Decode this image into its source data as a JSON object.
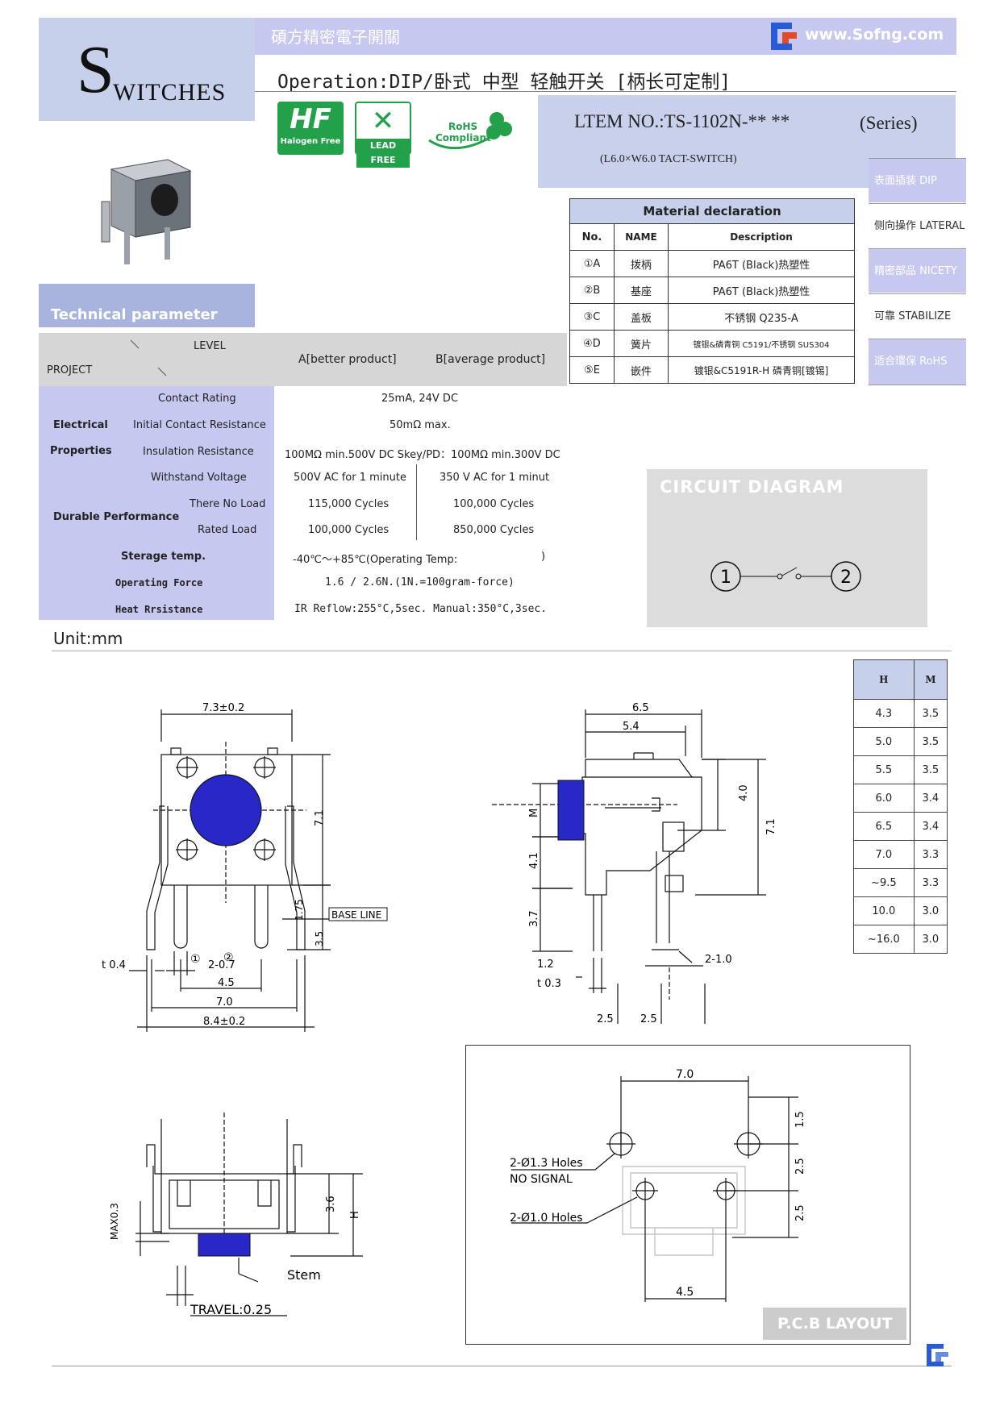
{
  "header": {
    "logo_s": "S",
    "logo_rest": "WITCHES",
    "company_cn": "碩方精密電子開關",
    "website": "www.Sofng.com",
    "operation_title": "Operation:DIP/卧式  中型  轻触开关 [柄长可定制]"
  },
  "badges": {
    "halogen": "Halogen Free",
    "lead": "LEAD FREE",
    "rohs_1": "RoHS",
    "rohs_2": "Compliant"
  },
  "item": {
    "title": "LTEM NO.:TS-1102N-** **",
    "series": "(Series)",
    "sub": "(L6.0×W6.0   TACT-SWITCH)"
  },
  "side_tags": [
    "表面插装 DIP",
    "侧向操作 LATERAL",
    "精密部品 NICETY",
    "可靠 STABILIZE",
    "适合環保 RoHS"
  ],
  "material": {
    "caption": "Material declaration",
    "headers": [
      "No.",
      "NAME",
      "Description"
    ],
    "rows": [
      [
        "①A",
        "拨柄",
        "PA6T (Black)热塑性"
      ],
      [
        "②B",
        "基座",
        "PA6T (Black)热塑性"
      ],
      [
        "③C",
        "盖板",
        "不锈钢 Q235-A"
      ],
      [
        "④D",
        "簧片",
        "镀银&磷青铜 C5191/不锈钢 SUS304"
      ],
      [
        "⑤E",
        "嵌件",
        "镀银&C5191R-H 磷青铜[镀锡]"
      ]
    ]
  },
  "tech": {
    "title": "Technical parameter",
    "level": "LEVEL",
    "project": "PROJECT",
    "col_a": "A[better product]",
    "col_b": "B[average product]",
    "electrical": "Electrical",
    "properties": "Properties",
    "contact_rating": "Contact Rating",
    "contact_rating_v": "25mA, 24V DC",
    "initial_res": "Initial Contact Resistance",
    "initial_res_v": "50mΩ max.",
    "insul": "Insulation Resistance",
    "insul_v": "100MΩ min.500V DC    Skey/PD：100MΩ min.300V DC",
    "withstand": "Withstand Voltage",
    "withstand_a": "500V AC for 1 minute",
    "withstand_b": "350 V AC for 1 minut",
    "durable": "Durable Performance",
    "no_load": "There No Load",
    "no_load_a": "115,000 Cycles",
    "no_load_b": "100,000 Cycles",
    "rated": "Rated Load",
    "rated_a": "100,000 Cycles",
    "rated_b": "850,000 Cycles",
    "storage": "Sterage temp.",
    "storage_v": "-40℃～+85℃(Operating Temp:",
    "storage_close": ")",
    "force": "Operating Force",
    "force_v": "1.6 / 2.6N.(1N.=100gram-force)",
    "heat": "Heat Rrsistance",
    "heat_v": "IR Reflow:255°C,5sec.  Manual:350°C,3sec."
  },
  "circuit": {
    "title": "CIRCUIT DIAGRAM",
    "n1": "1",
    "n2": "2"
  },
  "unit": "Unit:mm",
  "hm_table": {
    "headers": [
      "H",
      "M"
    ],
    "rows": [
      [
        "4.3",
        "3.5"
      ],
      [
        "5.0",
        "3.5"
      ],
      [
        "5.5",
        "3.5"
      ],
      [
        "6.0",
        "3.4"
      ],
      [
        "6.5",
        "3.4"
      ],
      [
        "7.0",
        "3.3"
      ],
      [
        "~9.5",
        "3.3"
      ],
      [
        "10.0",
        "3.0"
      ],
      [
        "~16.0",
        "3.0"
      ]
    ]
  },
  "front": {
    "w1": "7.3±0.2",
    "h1": "7.1",
    "base": "BASE LINE",
    "d175": "1.75",
    "d35": "3.5",
    "t04": "t 0.4",
    "d207": "2-0.7",
    "d45": "4.5",
    "d70": "7.0",
    "d84": "8.4±0.2",
    "c1": "①",
    "c2": "②"
  },
  "side": {
    "d65": "6.5",
    "d54": "5.4",
    "d40": "4.0",
    "d71": "7.1",
    "m": "M",
    "d41": "4.1",
    "d37": "3.7",
    "d12": "1.2",
    "t03": "t 0.3",
    "d210": "2-1.0",
    "d25a": "2.5",
    "d25b": "2.5"
  },
  "bottom": {
    "max": "MAX0.3",
    "d36": "3.6",
    "h": "H",
    "stem": "Stem",
    "travel": "TRAVEL:0.25"
  },
  "pcb": {
    "d70": "7.0",
    "d15": "1.5",
    "d25a": "2.5",
    "d25b": "2.5",
    "d45": "4.5",
    "holes13": "2-Ø1.3 Holes",
    "nosignal": "NO SIGNAL",
    "holes10": "2-Ø1.0 Holes",
    "label": "P.C.B LAYOUT"
  },
  "colors": {
    "header_blue": "#c6c8f0",
    "panel_blue": "#c9d0ec",
    "stem_blue": "#2222cc",
    "hf_green": "#22a04a"
  }
}
